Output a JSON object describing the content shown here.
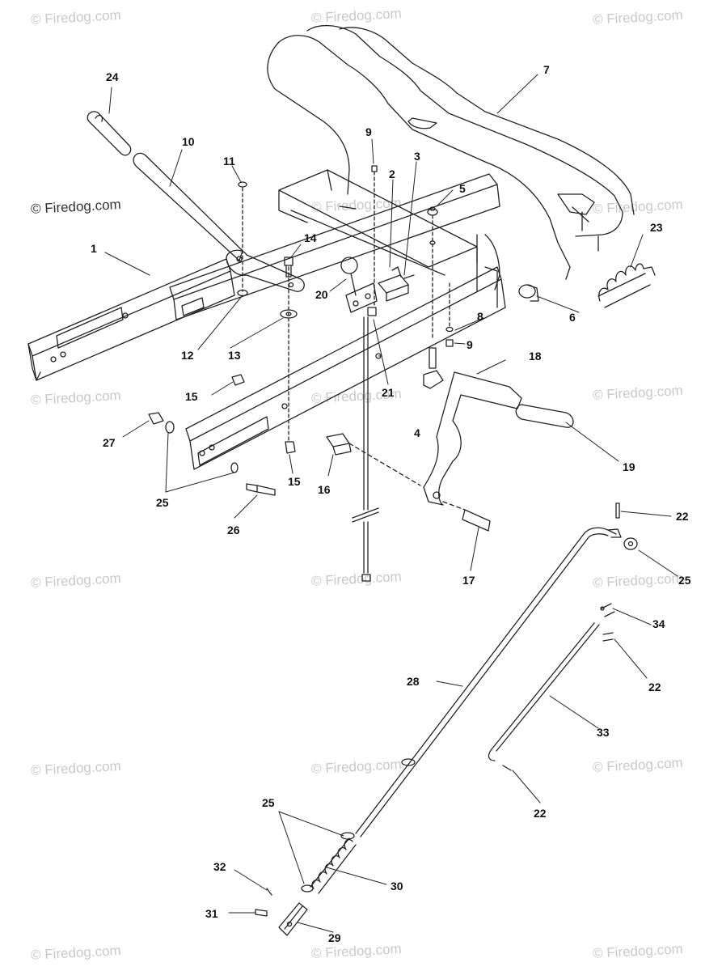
{
  "watermark": {
    "text": "© Firedog.com",
    "prominent_text": "© Firedog.com",
    "color": "#c9c9c9"
  },
  "callouts": {
    "c1": "1",
    "c2": "2",
    "c3": "3",
    "c4": "4",
    "c5": "5",
    "c6": "6",
    "c7": "7",
    "c8": "8",
    "c9a": "9",
    "c9b": "9",
    "c10": "10",
    "c11": "11",
    "c12": "12",
    "c13": "13",
    "c14": "14",
    "c15a": "15",
    "c15b": "15",
    "c16": "16",
    "c17": "17",
    "c18": "18",
    "c19": "19",
    "c20": "20",
    "c21": "21",
    "c22a": "22",
    "c22b": "22",
    "c22c": "22",
    "c23": "23",
    "c24": "24",
    "c25a": "25",
    "c25b": "25",
    "c25c": "25",
    "c26": "26",
    "c27": "27",
    "c28": "28",
    "c29": "29",
    "c30": "30",
    "c31": "31",
    "c32": "32",
    "c33": "33",
    "c34": "34"
  },
  "line_color": "#222222"
}
